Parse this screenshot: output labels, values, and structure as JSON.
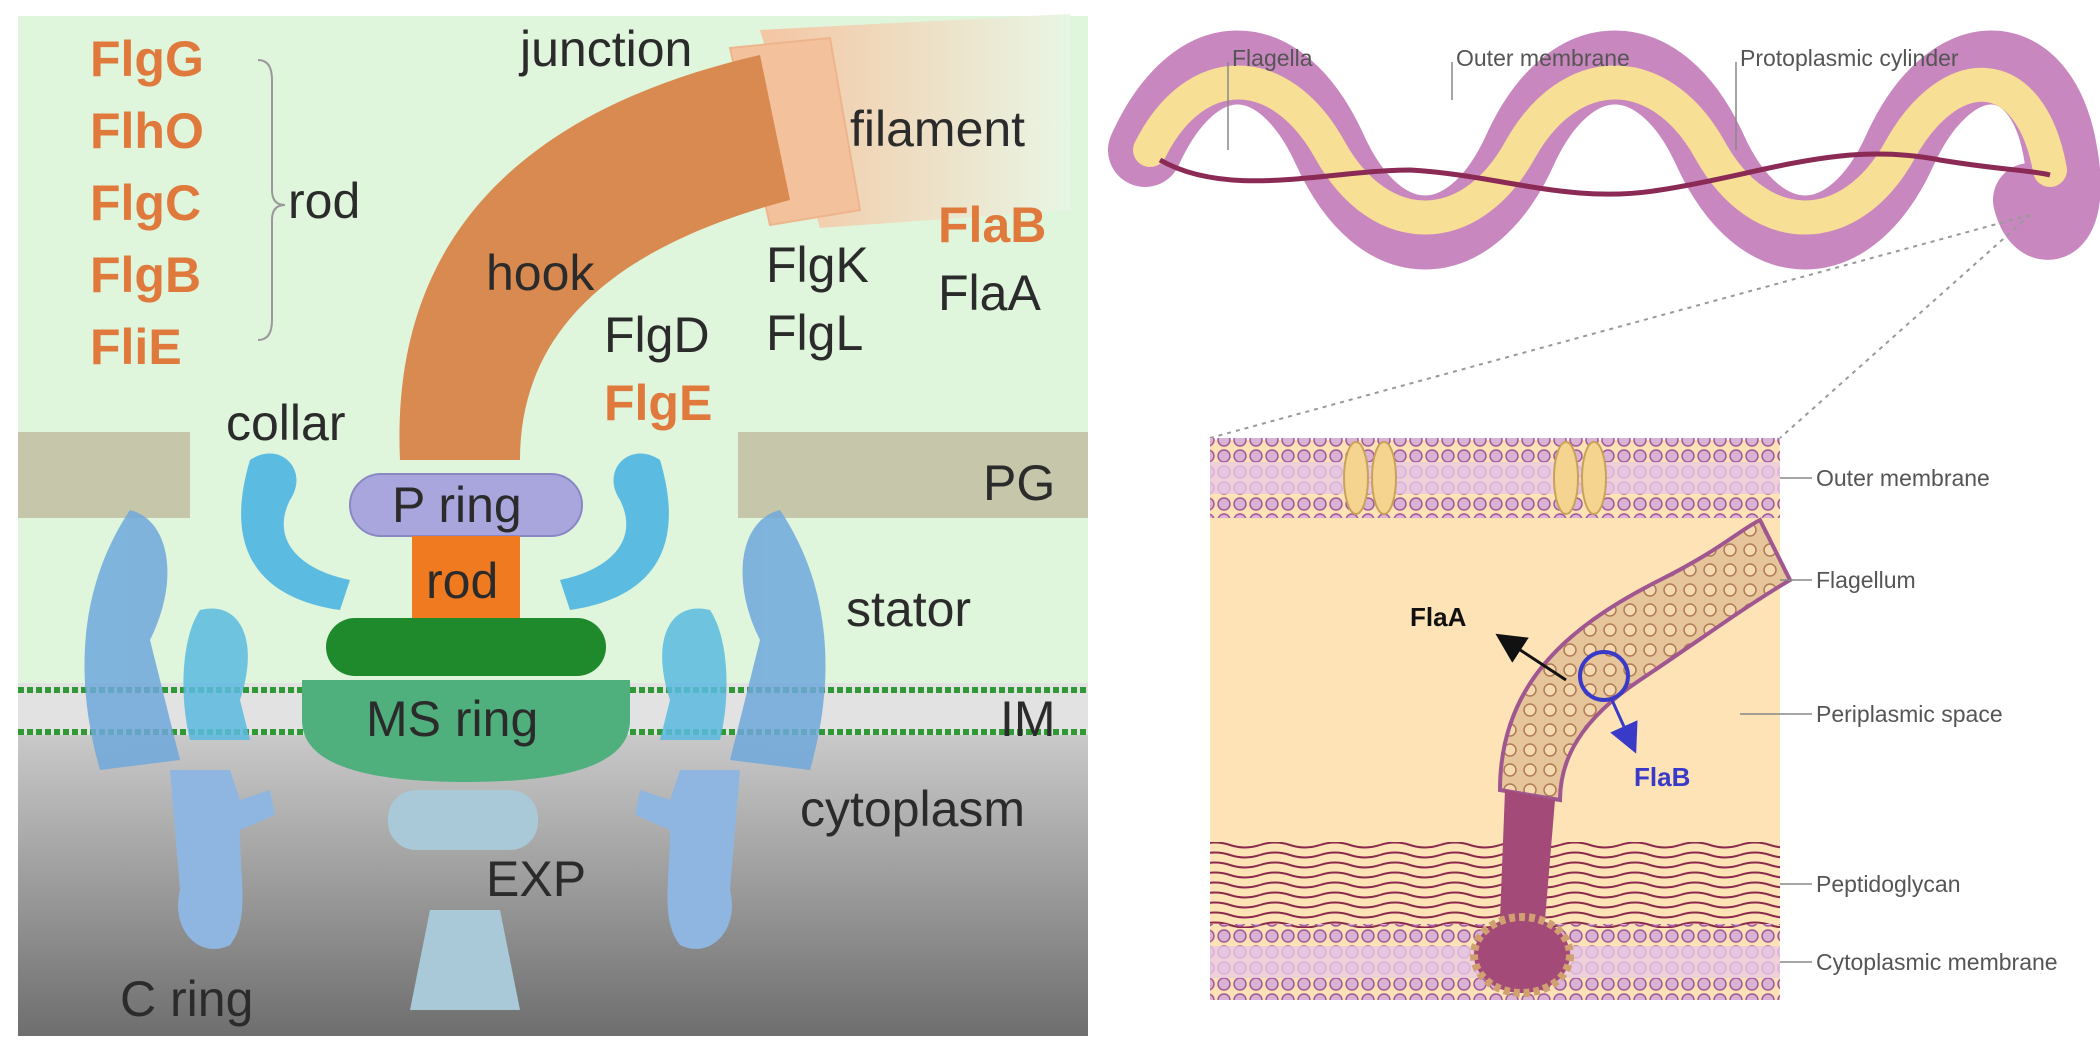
{
  "left_panel": {
    "rod_proteins": [
      "FlgG",
      "FlhO",
      "FlgC",
      "FlgB",
      "FliE"
    ],
    "rod_label": "rod",
    "junction": "junction",
    "filament": "filament",
    "hook": "hook",
    "collar": "collar",
    "pg": "PG",
    "p_ring": "P ring",
    "inner_rod": "rod",
    "stator": "stator",
    "ms_ring": "MS ring",
    "im": "IM",
    "cytoplasm": "cytoplasm",
    "exp": "EXP",
    "c_ring": "C ring",
    "hook_proteins": [
      "FlgD",
      "FlgE"
    ],
    "junction_proteins": [
      "FlgK",
      "FlgL"
    ],
    "filament_proteins": [
      "FlaB",
      "FlaA"
    ],
    "colors": {
      "background": "#dff5dc",
      "pg_layer": "#c6c7aa",
      "hook": "#d98a50",
      "p_ring": "#a8a6dc",
      "rod": "#f07a20",
      "ms_ring_top": "#1f8a2b",
      "ms_ring": "#4fb07d",
      "stator": "#6fb2df",
      "cytoplasm": "#b9b9b9",
      "accent_text": "#e07a3c"
    }
  },
  "right_panel": {
    "top_labels": [
      "Flagella",
      "Outer membrane",
      "Protoplasmic cylinder"
    ],
    "side_labels": [
      "Outer membrane",
      "Flagellum",
      "Periplasmic space",
      "Peptidoglycan",
      "Cytoplasmic membrane"
    ],
    "flaA": "FlaA",
    "flaB": "FlaB",
    "colors": {
      "sheath": "#c987bf",
      "cylinder": "#f7df95",
      "flagellum": "#8a2a55",
      "periplasm": "#fde3b6",
      "membrane": "#b56aa8",
      "flab_marker": "#3a3ac8"
    }
  }
}
